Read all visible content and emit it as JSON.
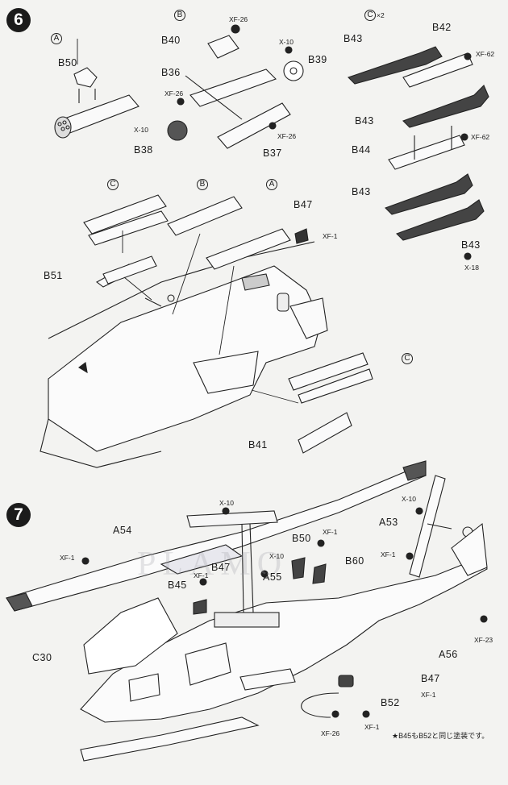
{
  "step6": {
    "badge": "6",
    "group_labels": {
      "A": "A",
      "B": "B",
      "C": "C",
      "C_mult": "×2"
    },
    "parts": {
      "B50": "B50",
      "B40": "B40",
      "XF26_a": "XF-26",
      "X10_a": "X-10",
      "B39": "B39",
      "B36": "B36",
      "XF26_b": "XF-26",
      "X10_b": "X-10",
      "B38": "B38",
      "B37": "B37",
      "XF26_c": "XF-26",
      "B43_a": "B43",
      "B42": "B42",
      "XF62_a": "XF-62",
      "B43_b": "B43",
      "XF62_b": "XF-62",
      "B44": "B44",
      "B43_c": "B43",
      "B43_d": "B43",
      "X18": "X-18",
      "B47": "B47",
      "XF1_a": "XF-1",
      "B51": "B51",
      "B41": "B41"
    }
  },
  "step7": {
    "badge": "7",
    "parts": {
      "A54": "A54",
      "XF1_b": "XF-1",
      "X10_c": "X-10",
      "A53": "A53",
      "X10_d": "X-10",
      "XF1_c": "XF-1",
      "B50": "B50",
      "XF1_d": "XF-1",
      "B60": "B60",
      "X10_e": "X-10",
      "XF1_e": "XF-1",
      "B47": "B47",
      "A55": "A55",
      "B45": "B45",
      "C30": "C30",
      "A56": "A56",
      "XF23": "XF-23",
      "B47_b": "B47",
      "XF1_f": "XF-1",
      "B52": "B52",
      "XF26_d": "XF-26",
      "XF1_g": "XF-1"
    },
    "note": "★B45もB52と同じ塗装です。"
  },
  "watermark": "PLAMO"
}
